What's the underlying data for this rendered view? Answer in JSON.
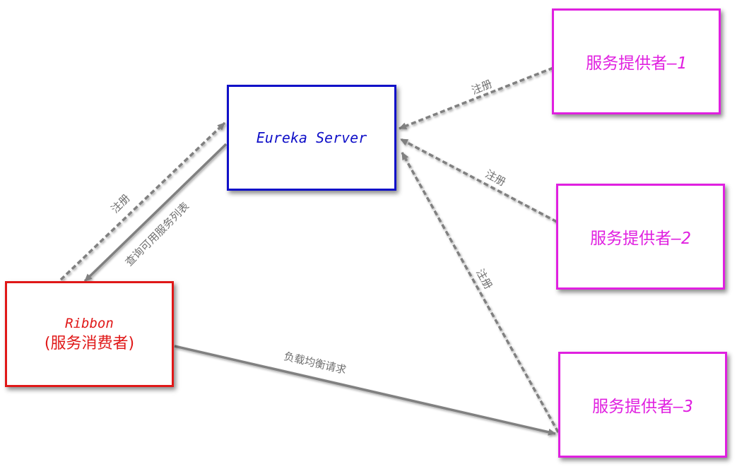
{
  "colors": {
    "arrow": "#808080",
    "label": "#707070",
    "server": "#1010c8",
    "consumer": "#e01818",
    "provider": "#e020e0"
  },
  "nodes": {
    "server": {
      "label": "Eureka Server"
    },
    "consumer": {
      "line1": "Ribbon",
      "line2": "(服务消费者)"
    },
    "provider1": {
      "text": "服务提供者",
      "num": "–1"
    },
    "provider2": {
      "text": "服务提供者",
      "num": "–2"
    },
    "provider3": {
      "text": "服务提供者",
      "num": "–3"
    }
  },
  "edges": {
    "consumer_register": "注册",
    "server_query": "查询可用服务列表",
    "provider1_register": "注册",
    "provider2_register": "注册",
    "provider3_register": "注册",
    "load_balance": "负载均衡请求"
  }
}
